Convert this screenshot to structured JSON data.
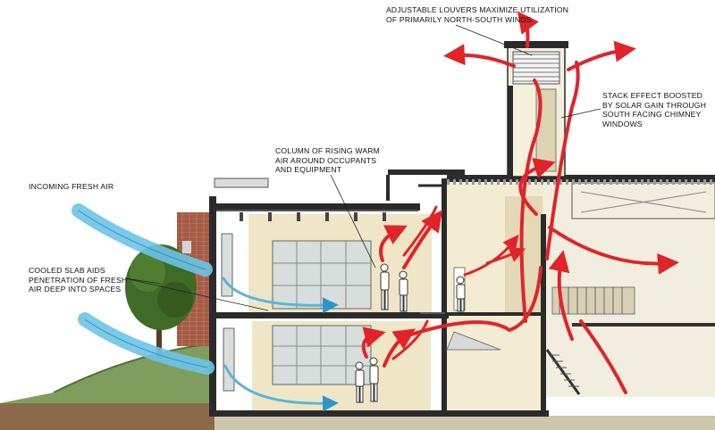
{
  "diagram": {
    "labels": {
      "louvers": [
        "ADJUSTABLE LOUVERS MAXIMIZE UTILIZATION",
        "OF PRIMARILY NORTH-SOUTH WINDS"
      ],
      "stack_effect": [
        "STACK EFFECT BOOSTED",
        "BY SOLAR GAIN THROUGH",
        "SOUTH FACING CHIMNEY",
        "WINDOWS"
      ],
      "rising_air": [
        "COLUMN OF RISING WARM",
        "AIR AROUND OCCUPANTS",
        "AND EQUIPMENT"
      ],
      "fresh_air": [
        "INCOMING FRESH AIR"
      ],
      "cooled_slab": [
        "COOLED SLAB AIDS",
        "PENETRATION OF FRESH",
        "AIR DEEP INTO SPACES"
      ]
    },
    "colors": {
      "cool_air": "#6ec3e6",
      "warm_air": "#e0242a",
      "structure": "#2b2b2b",
      "wall_fill": "#efe6c8",
      "grass": "#7f9e5e",
      "tree": "#3f6b26",
      "brick": "#a45a44"
    }
  }
}
